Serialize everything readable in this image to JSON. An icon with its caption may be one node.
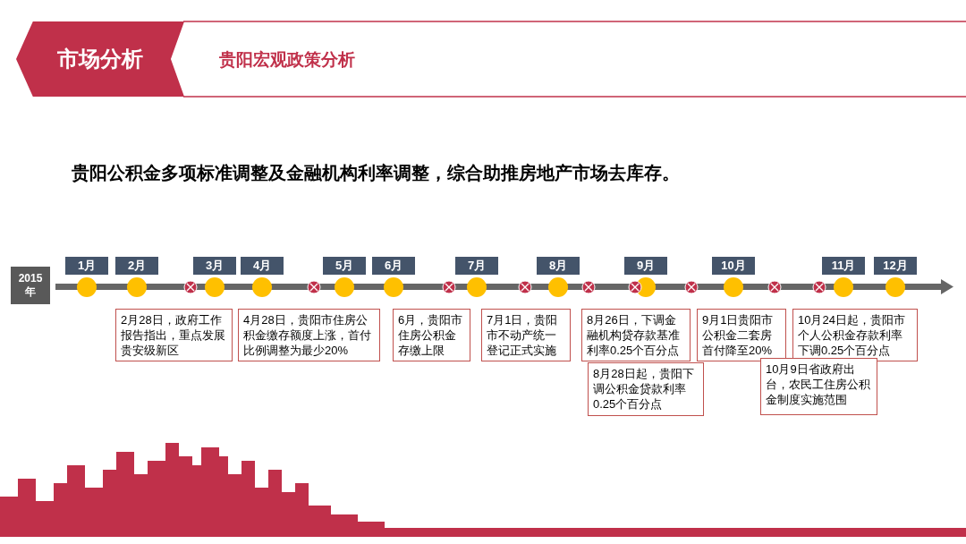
{
  "diagram": {
    "title": "贵阳公积金多项标准调整及金融机构利率调整，综合助推房地产市场去库存。",
    "nodes": [
      {
        "text": [
          "市场分析"
        ]
      },
      {
        "text": [
          "2015年"
        ]
      },
      {
        "text": [
          "1月"
        ]
      },
      {
        "text": [
          "2月"
        ]
      },
      {
        "text": [
          "3月"
        ]
      },
      {
        "text": [
          "4月"
        ]
      },
      {
        "text": [
          "5月"
        ]
      },
      {
        "text": [
          "6月"
        ]
      },
      {
        "text": [
          "7月"
        ]
      },
      {
        "text": [
          "8月"
        ]
      },
      {
        "text": [
          "9月"
        ]
      },
      {
        "text": [
          "10月"
        ]
      },
      {
        "text": [
          "11月"
        ]
      },
      {
        "text": [
          "12月"
        ]
      },
      {
        "text": [
          "2月28日，政府工作报告指出，重点发展贵安级新区"
        ]
      },
      {
        "text": [
          "4月28日，贵阳市住房公积金缴存额度上涨，首付比例调整为最少20%"
        ]
      },
      {
        "text": [
          "6月，贵阳市住房公积金存缴上限"
        ]
      },
      {
        "text": [
          "7月1日，贵阳市不动产统一登记正式实施"
        ]
      },
      {
        "text": [
          "8月26日，下调金融机构贷存款基准利率0.25个百分点"
        ]
      },
      {
        "text": [
          "8月28日起，贵阳下调公积金贷款利率0.25个百分点"
        ]
      },
      {
        "text": [
          "9月1日贵阳市公积金二套房首付降至20%"
        ]
      },
      {
        "text": [
          "10月24日起，贵阳市个人公积金存款利率下调0.25个百分点"
        ]
      },
      {
        "text": [
          "10月9日省政府出台，农民工住房公积金制度实施范围"
        ]
      }
    ],
    "edges": [],
    "labels": [
      "贵阳宏观政策分析"
    ]
  }
}
